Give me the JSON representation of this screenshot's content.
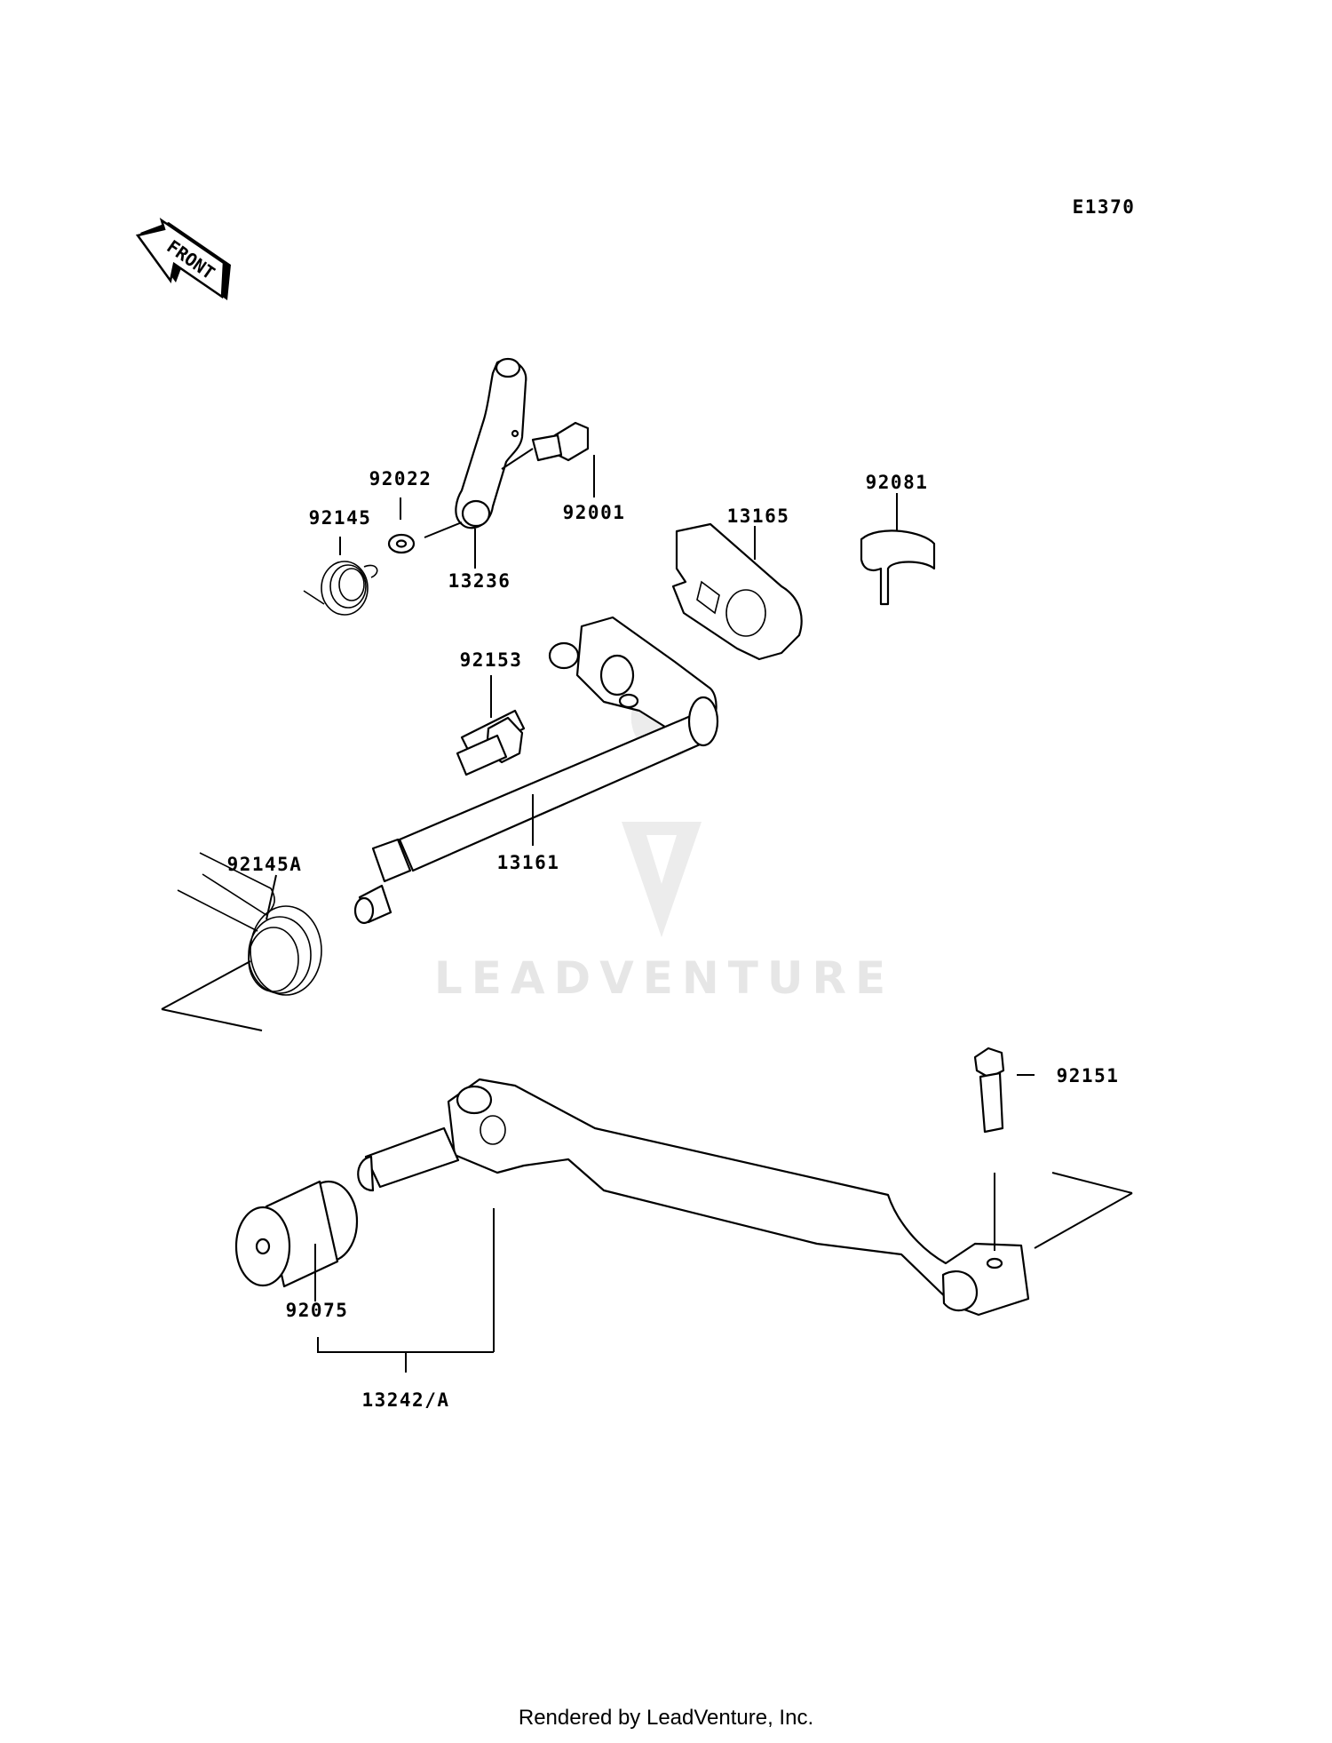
{
  "diagram_code": "E1370",
  "front_arrow_label": "FRONT",
  "watermark_text": "LEADVENTURE",
  "footer_text": "Rendered by LeadVenture, Inc.",
  "callouts": [
    {
      "id": "c-92022",
      "part_number": "92022"
    },
    {
      "id": "c-92145",
      "part_number": "92145"
    },
    {
      "id": "c-92001",
      "part_number": "92001"
    },
    {
      "id": "c-13236",
      "part_number": "13236"
    },
    {
      "id": "c-13165",
      "part_number": "13165"
    },
    {
      "id": "c-92081",
      "part_number": "92081"
    },
    {
      "id": "c-92153",
      "part_number": "92153"
    },
    {
      "id": "c-92145A",
      "part_number": "92145A"
    },
    {
      "id": "c-13161",
      "part_number": "13161"
    },
    {
      "id": "c-92151",
      "part_number": "92151"
    },
    {
      "id": "c-92075",
      "part_number": "92075"
    },
    {
      "id": "c-13242A",
      "part_number": "13242/A"
    }
  ]
}
